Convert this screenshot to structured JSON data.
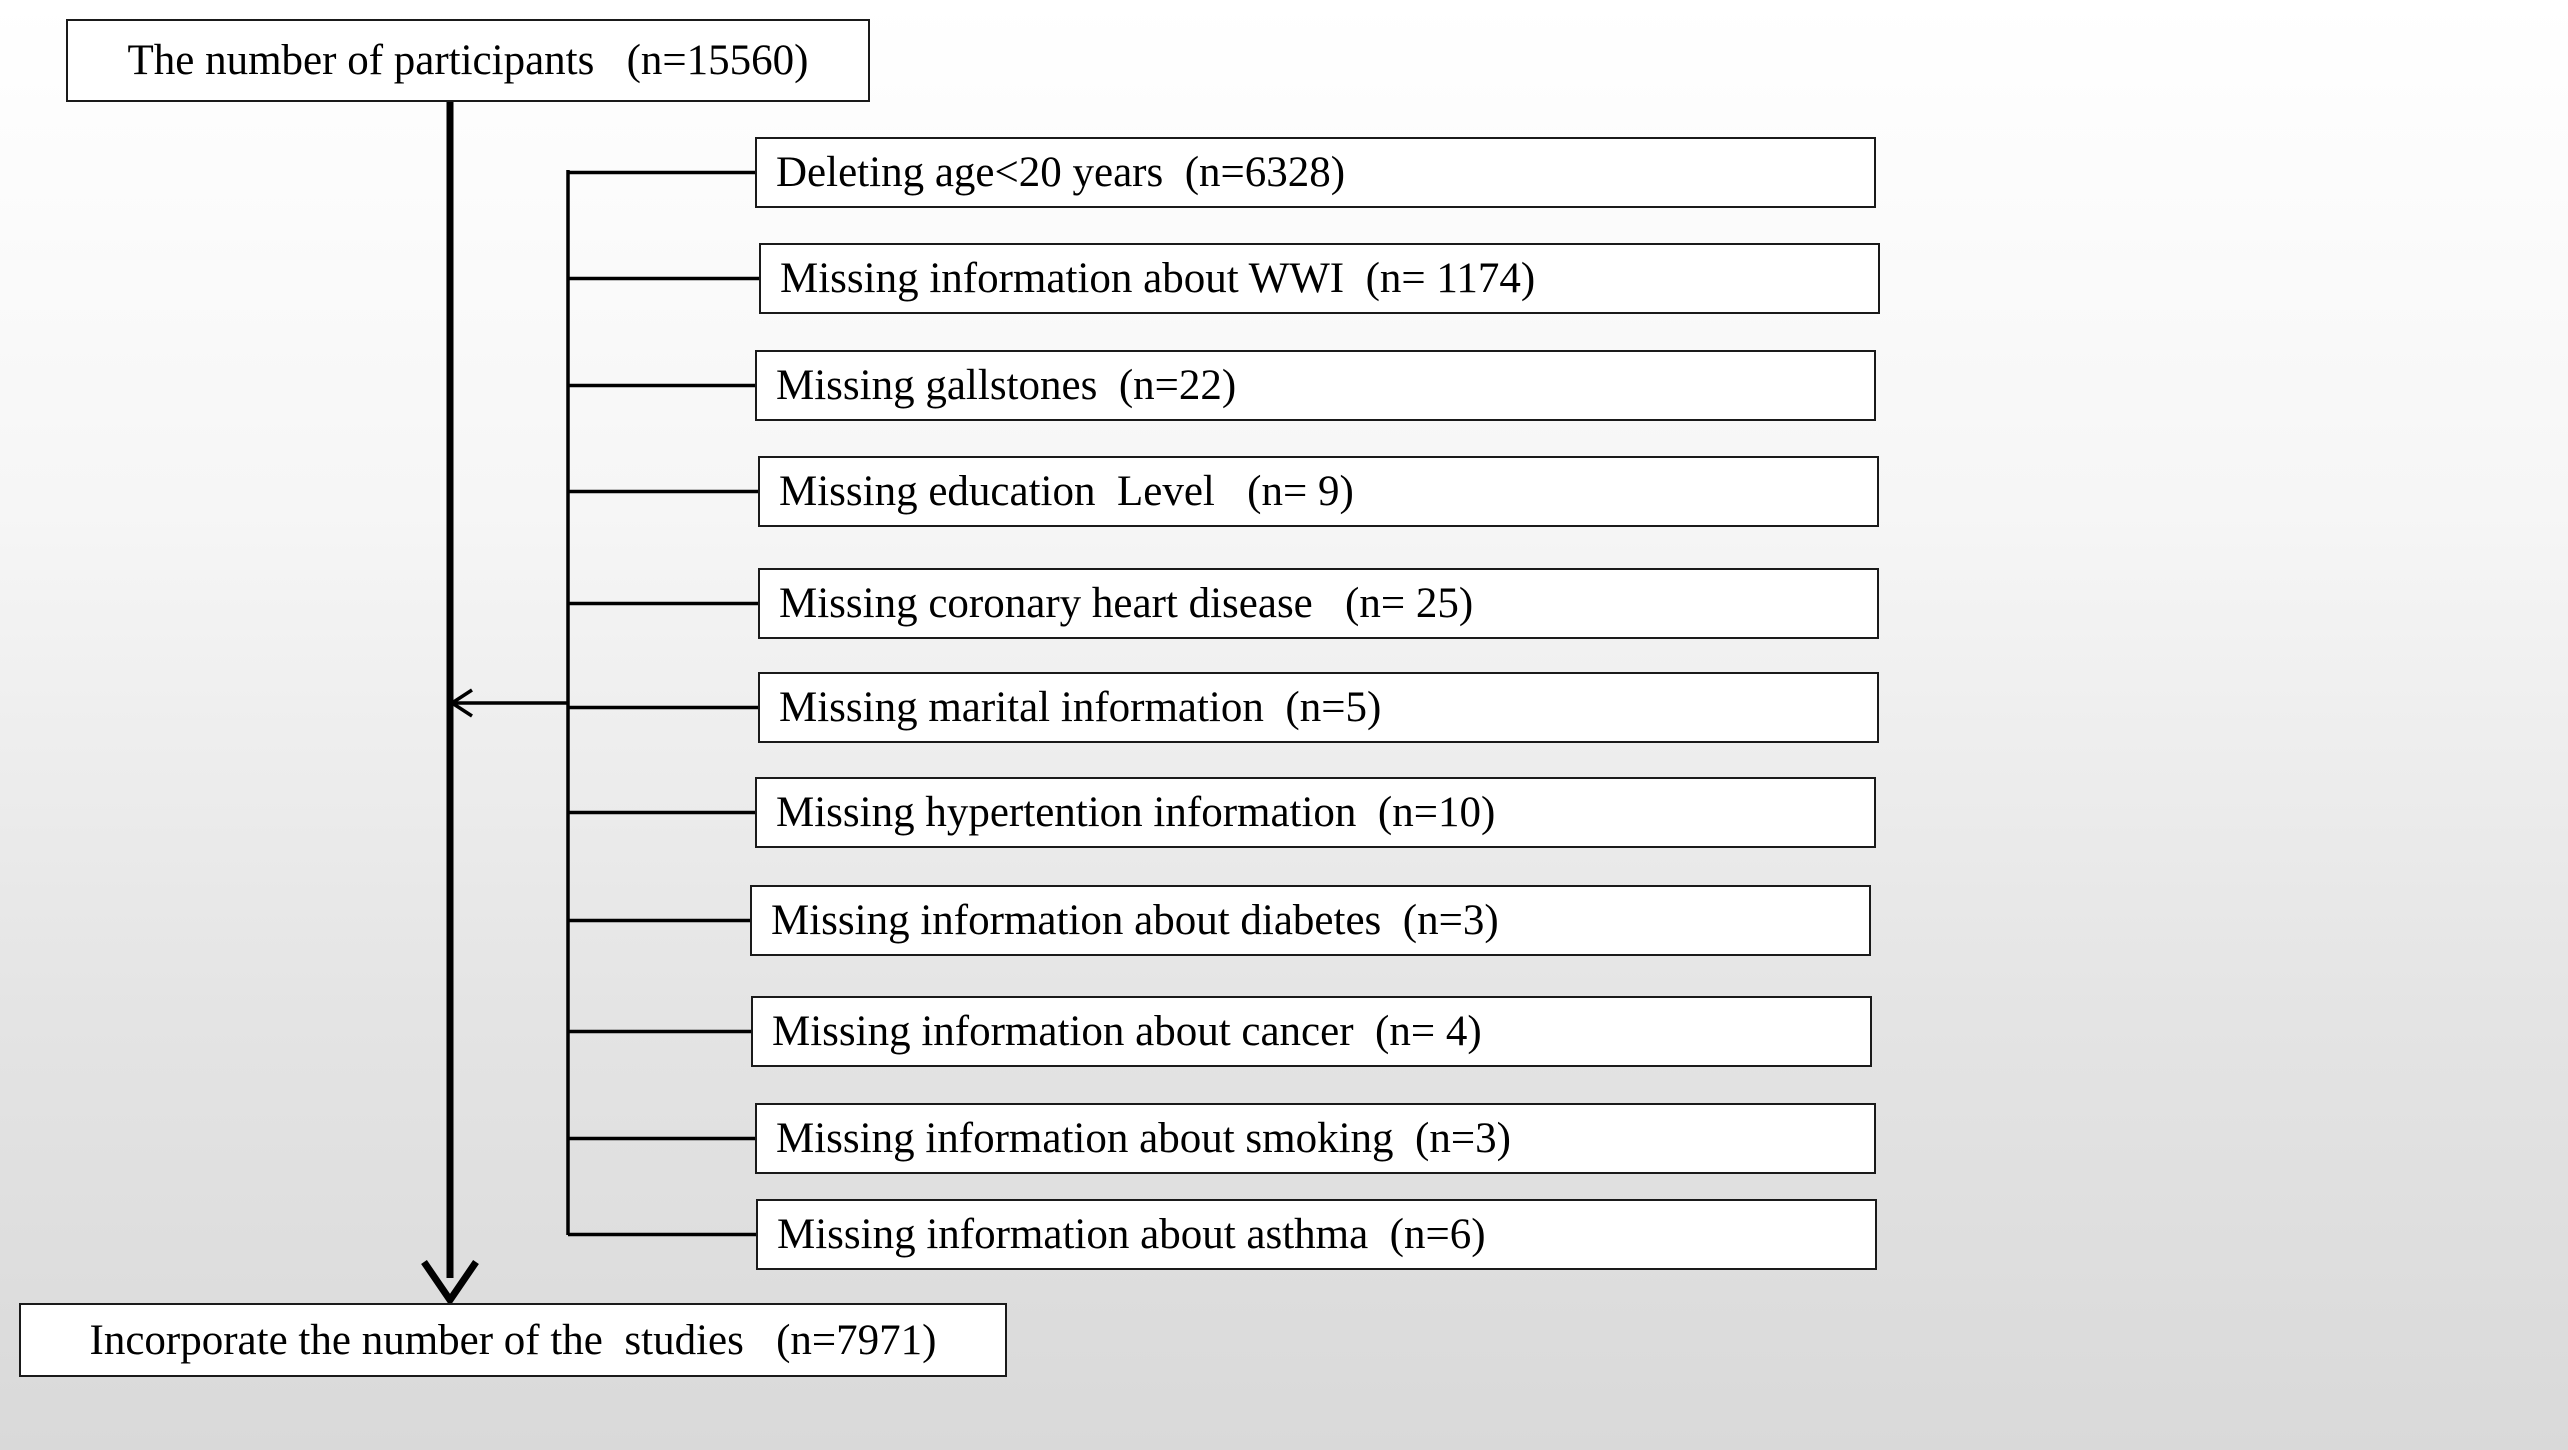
{
  "start": {
    "label": "The number of participants   (n=15560)"
  },
  "exclusions": [
    {
      "label": "Deleting age<20 years  (n=6328)"
    },
    {
      "label": "Missing information about WWI  (n= 1174)"
    },
    {
      "label": "Missing gallstones  (n=22)"
    },
    {
      "label": "Missing education  Level   (n= 9)"
    },
    {
      "label": "Missing coronary heart disease   (n= 25)"
    },
    {
      "label": "Missing marital information  (n=5)"
    },
    {
      "label": "Missing hypertention information  (n=10)"
    },
    {
      "label": "Missing information about diabetes  (n=3)"
    },
    {
      "label": "Missing information about cancer  (n= 4)"
    },
    {
      "label": "Missing information about smoking  (n=3)"
    },
    {
      "label": "Missing information about asthma  (n=6)"
    }
  ],
  "final": {
    "label": "Incorporate the number of the  studies   (n=7971)"
  },
  "colors": {
    "line": "#000000",
    "box_border": "#1a1a1a",
    "box_fill": "#ffffff"
  }
}
